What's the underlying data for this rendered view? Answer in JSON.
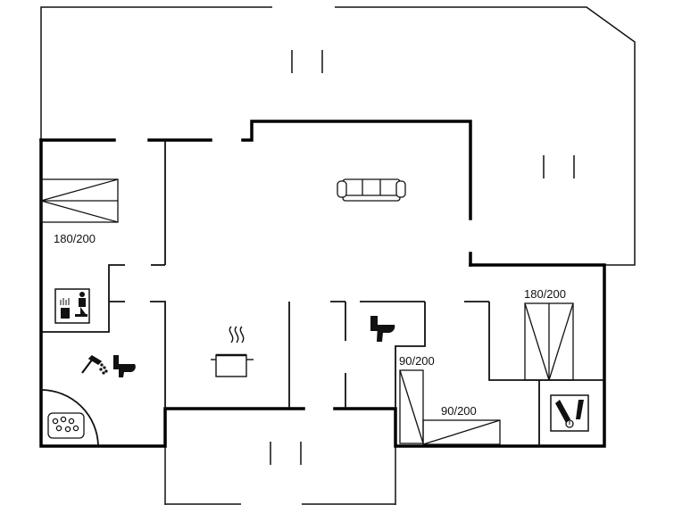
{
  "colors": {
    "wall": "#000000",
    "thin": "#111111",
    "background": "#ffffff"
  },
  "labels": {
    "bed_west": "180/200",
    "bed_east": "180/200",
    "bed_single_upper": "90/200",
    "bed_single_lower": "90/200"
  },
  "icons": [
    "sofa-icon",
    "cooking-pot-icon",
    "sauna-icon",
    "shower-icon",
    "toilet-icon",
    "whirlpool-icon",
    "utility-icon"
  ]
}
